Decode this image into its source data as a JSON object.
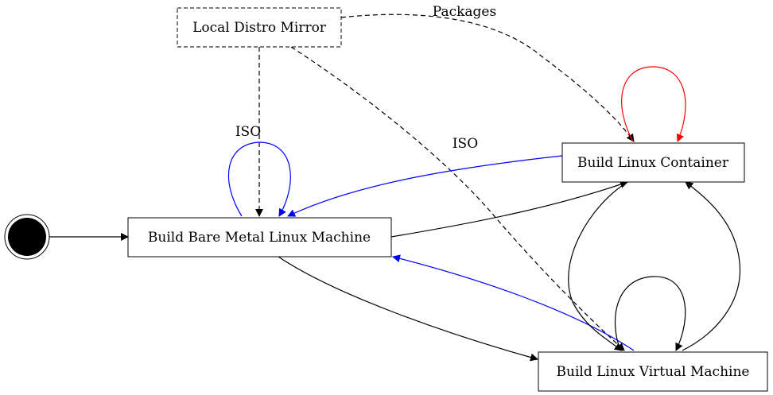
{
  "nodes": {
    "mirror": "Local Distro Mirror",
    "bare_metal": "Build Bare Metal Linux Machine",
    "container": "Build Linux Container",
    "vm": "Build Linux Virtual Machine"
  },
  "edge_labels": {
    "packages": "Packages",
    "iso_bare_metal": "ISO",
    "iso_vm": "ISO"
  },
  "colors": {
    "default": "#000000",
    "blue": "#0000ff",
    "red": "#ff0000"
  }
}
